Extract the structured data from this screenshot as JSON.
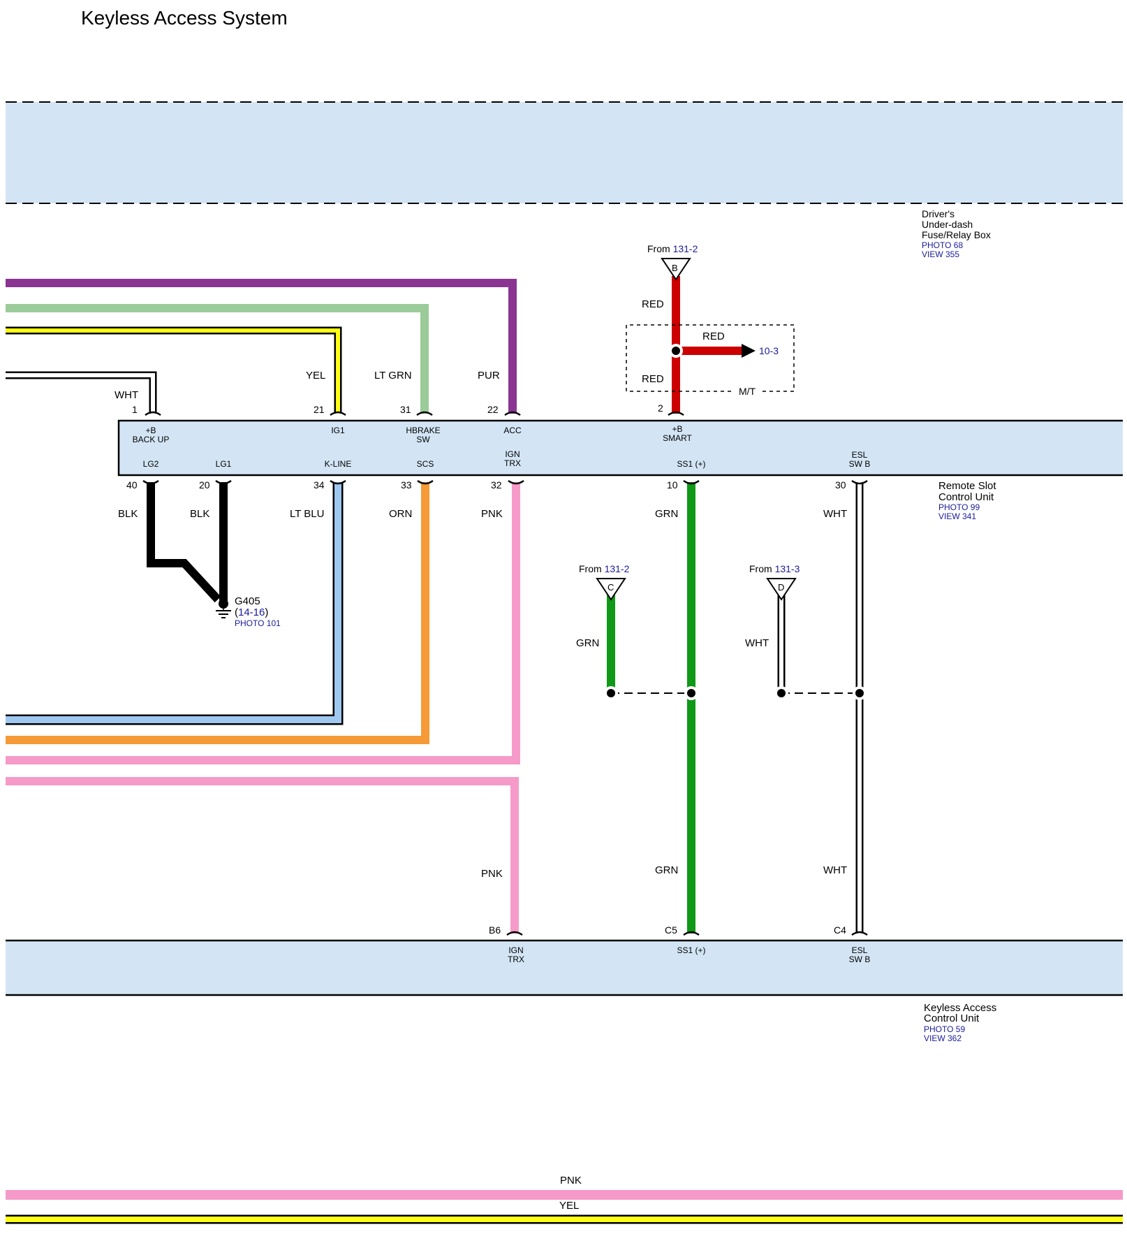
{
  "title": "Keyless Access System",
  "colors": {
    "box_fill": "#d3e5f5",
    "PUR": "#8b3593",
    "LT_GRN": "#9bcb98",
    "YEL": "#ffff14",
    "WHT": "#ffffff",
    "RED": "#cc0000",
    "BLK": "#000000",
    "LT_BLU": "#9ec8ef",
    "ORN": "#f59a36",
    "PNK": "#f59ac9",
    "GRN": "#0f9917",
    "link": "#1a1a99"
  },
  "fuse_box": {
    "name": [
      "Driver's",
      "Under-dash",
      "Fuse/Relay Box"
    ],
    "photo": "PHOTO 68",
    "view": "VIEW 355"
  },
  "remote_slot": {
    "name": [
      "Remote Slot",
      "Control Unit"
    ],
    "photo": "PHOTO 99",
    "view": "VIEW 341",
    "top_pins": [
      {
        "pin": "1",
        "label": [
          "+B",
          "BACK UP"
        ],
        "wire": "WHT"
      },
      {
        "pin": "21",
        "label": [
          "IG1"
        ],
        "wire": "YEL"
      },
      {
        "pin": "31",
        "label": [
          "HBRAKE",
          "SW"
        ],
        "wire": "LT GRN"
      },
      {
        "pin": "22",
        "label": [
          "ACC"
        ],
        "wire": "PUR"
      },
      {
        "pin": "2",
        "label": [
          "+B",
          "SMART"
        ],
        "wire": "RED"
      }
    ],
    "bottom_pins": [
      {
        "pin": "40",
        "label": [
          "LG2"
        ],
        "wire": "BLK"
      },
      {
        "pin": "20",
        "label": [
          "LG1"
        ],
        "wire": "BLK"
      },
      {
        "pin": "34",
        "label": [
          "K-LINE"
        ],
        "wire": "LT BLU"
      },
      {
        "pin": "33",
        "label": [
          "SCS"
        ],
        "wire": "ORN"
      },
      {
        "pin": "32",
        "label": [
          "IGN",
          "TRX"
        ],
        "wire": "PNK"
      },
      {
        "pin": "10",
        "label": [
          "SS1 (+)"
        ],
        "wire": "GRN"
      },
      {
        "pin": "30",
        "label": [
          "ESL",
          "SW B"
        ],
        "wire": "WHT"
      }
    ]
  },
  "from_b": {
    "from": "From ",
    "ref": "131-2",
    "letter": "B",
    "wire_upper": "RED",
    "wire_lower": "RED",
    "branch_wire": "RED",
    "branch_ref": "10-3",
    "option": "M/T"
  },
  "from_c": {
    "from": "From ",
    "ref": "131-2",
    "letter": "C",
    "wire": "GRN"
  },
  "from_d": {
    "from": "From ",
    "ref": "131-3",
    "letter": "D",
    "wire": "WHT"
  },
  "ground": {
    "name": "G405",
    "ref_open": "(",
    "ref": "14-16",
    "ref_close": ")",
    "photo": "PHOTO 101"
  },
  "keyless_unit": {
    "name": [
      "Keyless Access",
      "Control Unit"
    ],
    "photo": "PHOTO 59",
    "view": "VIEW 362",
    "pins": [
      {
        "pin": "B6",
        "label": [
          "IGN",
          "TRX"
        ],
        "wire": "PNK"
      },
      {
        "pin": "C5",
        "label": [
          "SS1 (+)"
        ],
        "wire": "GRN"
      },
      {
        "pin": "C4",
        "label": [
          "ESL",
          "SW B"
        ],
        "wire": "WHT"
      }
    ]
  },
  "lower_wires": {
    "grn": "GRN",
    "wht": "WHT",
    "pnk": "PNK"
  },
  "bus": {
    "pnk": "PNK",
    "yel": "YEL"
  }
}
